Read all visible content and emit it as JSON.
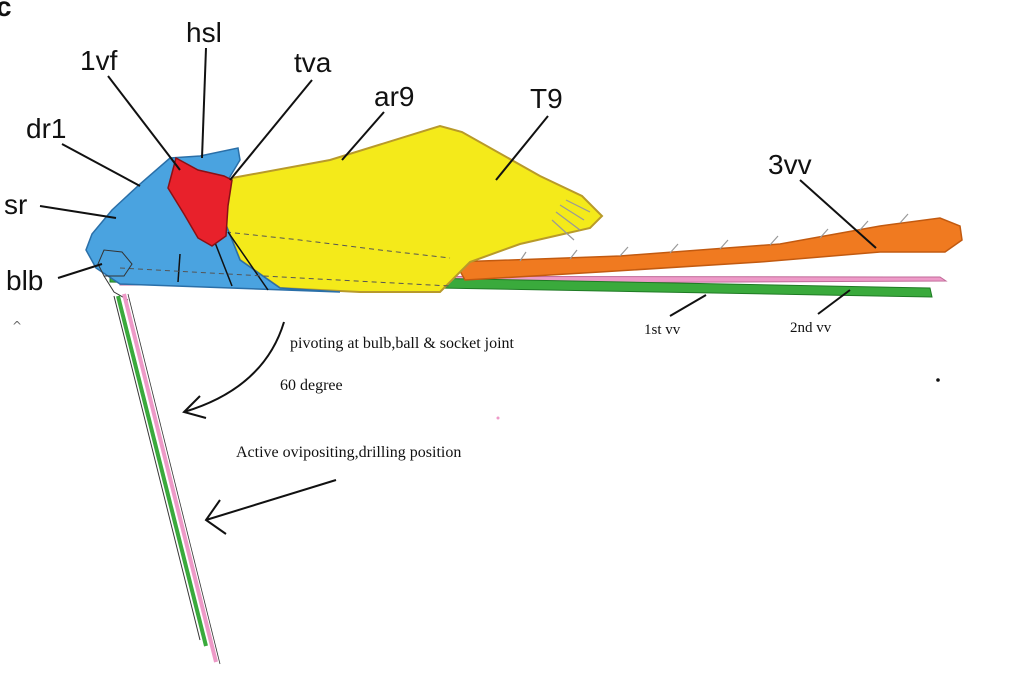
{
  "panel_letter": "c",
  "labels": {
    "hsl": "hsl",
    "vf1": "1vf",
    "tva": "tva",
    "ar9": "ar9",
    "t9": "T9",
    "dr1": "dr1",
    "vv3": "3vv",
    "sr": "sr",
    "blb": "blb",
    "vv1": "1st vv",
    "vv2": "2nd vv"
  },
  "annotations": {
    "pivot": "pivoting at bulb,ball & socket joint",
    "angle": "60 degree",
    "active": "Active ovipositing,drilling position"
  },
  "colors": {
    "blue": "#4aa3e0",
    "red": "#e8212b",
    "yellow": "#f4ea1a",
    "orange": "#f07a20",
    "green": "#3aaa3c",
    "pink": "#ee9ac8"
  }
}
